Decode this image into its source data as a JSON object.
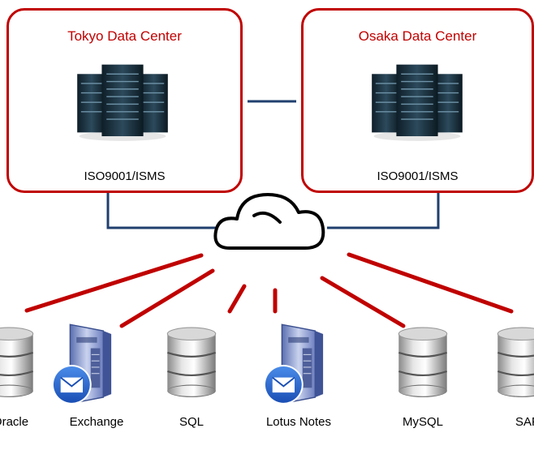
{
  "datacenters": [
    {
      "name": "Tokyo Data Center",
      "cert": "ISO9001/ISMS",
      "icon": "server-rack-icon"
    },
    {
      "name": "Osaka Data Center",
      "cert": "ISO9001/ISMS",
      "icon": "server-rack-icon"
    }
  ],
  "cloud": {
    "icon": "cloud-icon"
  },
  "services": [
    {
      "label": "Oracle",
      "icon": "database-icon"
    },
    {
      "label": "Exchange",
      "icon": "mail-server-icon"
    },
    {
      "label": "SQL",
      "icon": "database-icon"
    },
    {
      "label": "Lotus Notes",
      "icon": "mail-server-icon"
    },
    {
      "label": "MySQL",
      "icon": "database-icon"
    },
    {
      "label": "SAP",
      "icon": "database-icon"
    }
  ],
  "colors": {
    "accent": "#c00000",
    "link": "#1f3f6e",
    "connector": "#c00000"
  }
}
